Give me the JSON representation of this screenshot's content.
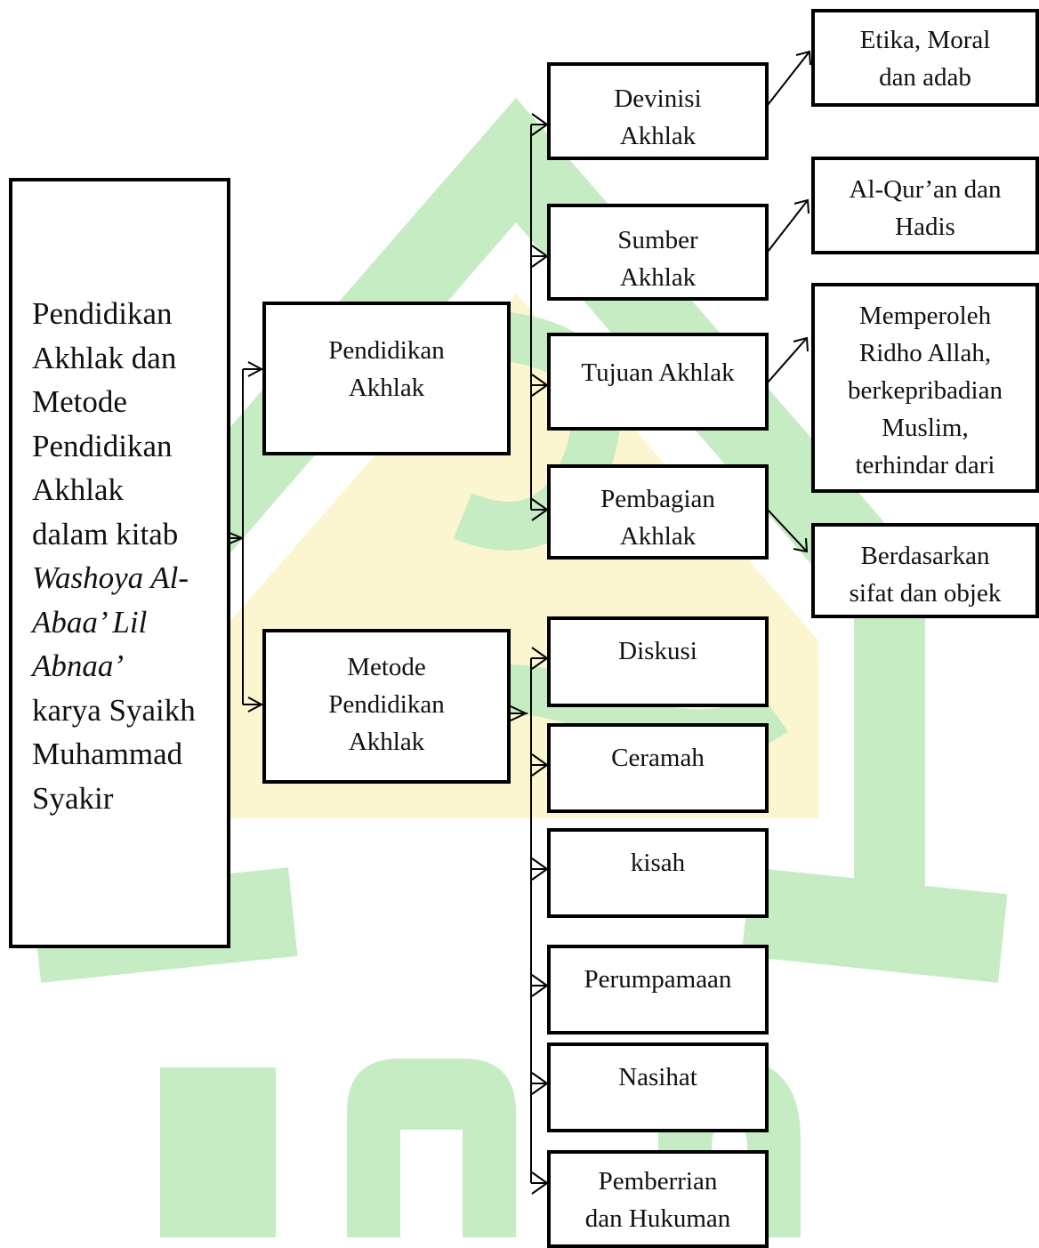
{
  "colors": {
    "watermark_green": "#c6ecc4",
    "watermark_yellow": "#fbf6cf",
    "line": "#000000"
  },
  "root": {
    "line1": "Pendidikan",
    "line2": "Akhlak dan",
    "line3": "Metode",
    "line4": "Pendidikan",
    "line5": "Akhlak",
    "line6": "dalam kitab",
    "line7": "Washoya Al-",
    "line8": "Abaa’ Lil",
    "line9": "Abnaa’",
    "line10": "karya Syaikh",
    "line11": "Muhammad",
    "line12": "Syakir"
  },
  "pendidikan": {
    "l1": "Pendidikan",
    "l2": "Akhlak",
    "definisi": {
      "l1": "Devinisi",
      "l2": "Akhlak",
      "detail_l1": "Etika, Moral",
      "detail_l2": "dan adab"
    },
    "sumber": {
      "l1": "Sumber",
      "l2": "Akhlak",
      "detail_l1": "Al-Qur’an dan",
      "detail_l2": "Hadis"
    },
    "tujuan": {
      "l1": "Tujuan Akhlak",
      "detail_l1": "Memperoleh",
      "detail_l2": "Ridho Allah,",
      "detail_l3": "berkepribadian",
      "detail_l4": "Muslim,",
      "detail_l5": "terhindar dari"
    },
    "pembagian": {
      "l1": "Pembagian",
      "l2": "Akhlak",
      "detail_l1": "Berdasarkan",
      "detail_l2": "sifat dan objek"
    }
  },
  "metode": {
    "l1": "Metode",
    "l2": "Pendidikan",
    "l3": "Akhlak",
    "diskusi": "Diskusi",
    "ceramah": "Ceramah",
    "kisah": "kisah",
    "perumpamaan": "Perumpamaan",
    "nasihat": "Nasihat",
    "pemberrian_l1": "Pemberrian",
    "pemberrian_l2": "dan Hukuman"
  }
}
